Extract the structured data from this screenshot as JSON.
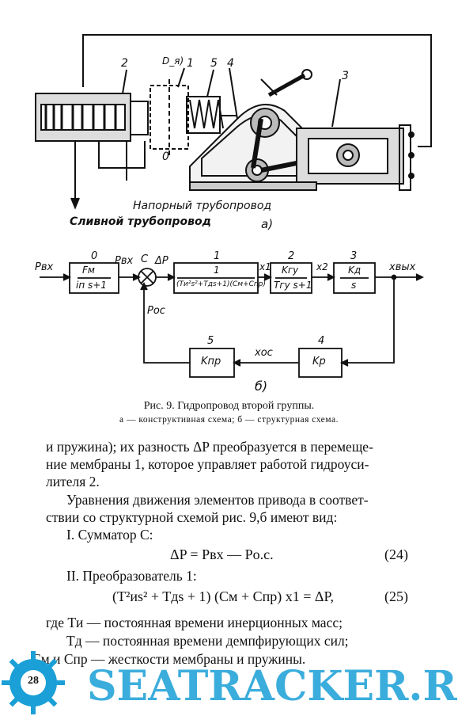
{
  "figure_a": {
    "label": "а)",
    "parts": [
      "2",
      "D_я)",
      "1",
      "5",
      "4",
      "3",
      "0"
    ],
    "labels": {
      "pressure_line": "Напорный трубопровод",
      "drain_line": "Сливной трубопровод"
    }
  },
  "figure_b": {
    "label": "б)",
    "input_signal": "Pвх",
    "blocks": [
      {
        "num": "0",
        "top": "Fм",
        "bottom": "iп s+1"
      },
      {
        "num": "1",
        "top": "1",
        "bottom": "(Tи²s²+Tдs+1)(Cм+Cпр)"
      },
      {
        "num": "2",
        "top": "Kгу",
        "bottom": "Tгу s+1"
      },
      {
        "num": "3",
        "top": "Kд",
        "bottom": "s"
      },
      {
        "num": "4",
        "text": "Kр"
      },
      {
        "num": "5",
        "text": "Kпр"
      }
    ],
    "signals": {
      "after0": "Pвх",
      "summator": "C",
      "delta": "ΔP",
      "x1": "x1",
      "x2": "x2",
      "out": "xвых",
      "xoc": "xос",
      "poc": "Pос"
    }
  },
  "caption": {
    "title": "Рис. 9. Гидропровод второй группы.",
    "sub_a": "а — конструктивная схема;",
    "sub_b": "б — структурная схема."
  },
  "text": {
    "p1_l1": "и пружина); их разность ΔP преобразуется в перемеще-",
    "p1_l2": "ние мембраны 1, которое управляет работой гидроуси-",
    "p1_l3": "лителя 2.",
    "p2_l1": "Уравнения движения элементов привода в соответ-",
    "p2_l2": "ствии со структурной схемой рис. 9,б имеют вид:",
    "h1": "I. Сумматор C:",
    "eq24": "ΔP = Pвх — Pо.с.",
    "eq24_num": "(24)",
    "h2": "II. Преобразователь 1:",
    "eq25": "(T²иs² + Tдs + 1) (Cм + Cпр) x1 = ΔP,",
    "eq25_num": "(25)",
    "w1": "где Tи — постоянная времени инерционных масс;",
    "w2": "Tд — постоянная времени демпфирующих сил;",
    "w3": "Cм и Cпр — жесткости мембраны и пружины."
  },
  "page_number": "28",
  "watermark": "SEATRACKER.RU"
}
